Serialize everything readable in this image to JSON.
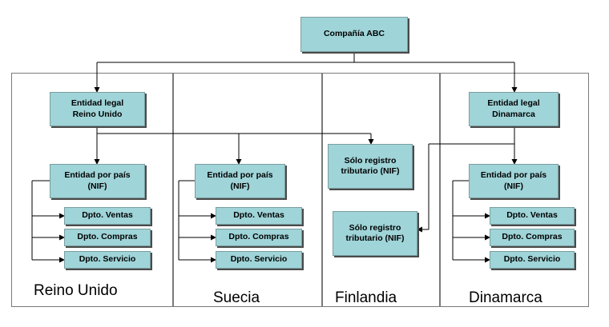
{
  "company": {
    "label": "Compañía ABC"
  },
  "regions": {
    "uk": {
      "name": "Reino Unido",
      "legal_entity": "Entidad legal\nReino Unido",
      "country_entity": "Entidad por país\n(NIF)",
      "departments": [
        "Dpto. Ventas",
        "Dpto. Compras",
        "Dpto. Servicio"
      ]
    },
    "se": {
      "name": "Suecia",
      "country_entity": "Entidad por país\n(NIF)",
      "departments": [
        "Dpto. Ventas",
        "Dpto. Compras",
        "Dpto. Servicio"
      ]
    },
    "fi": {
      "name": "Finlandia",
      "tax_registry_1": "Sólo registro\ntributario (NIF)",
      "tax_registry_2": "Sólo registro\ntributario (NIF)"
    },
    "dk": {
      "name": "Dinamarca",
      "legal_entity": "Entidad legal\nDinamarca",
      "country_entity": "Entidad por país\n(NIF)",
      "departments": [
        "Dpto. Ventas",
        "Dpto. Compras",
        "Dpto. Servicio"
      ]
    }
  },
  "colors": {
    "node_fill": "#9fd4d8",
    "line": "#000000",
    "panel_border": "#7a7a7a"
  }
}
